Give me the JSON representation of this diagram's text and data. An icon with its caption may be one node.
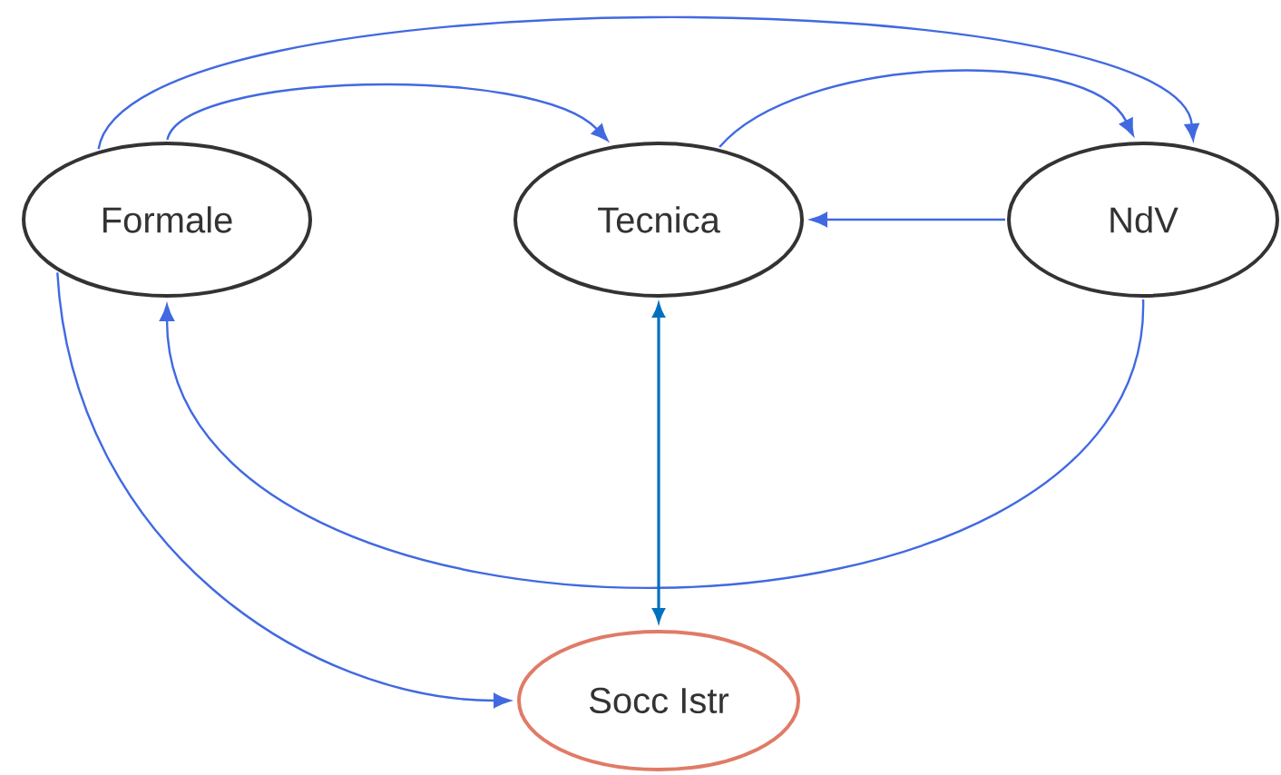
{
  "diagram": {
    "nodes": [
      {
        "text": [
          "Formale"
        ]
      },
      {
        "text": [
          "Tecnica"
        ]
      },
      {
        "text": [
          "NdV"
        ]
      },
      {
        "text": [
          "Socc Istr"
        ]
      }
    ],
    "edges": [
      {
        "from": 0,
        "to": 1,
        "arrow": "to"
      },
      {
        "from": 0,
        "to": 2,
        "arrow": "to"
      },
      {
        "from": 1,
        "to": 2,
        "arrow": "to"
      },
      {
        "from": 2,
        "to": 1,
        "arrow": "to"
      },
      {
        "from": 2,
        "to": 0,
        "arrow": "to"
      },
      {
        "from": 0,
        "to": 3,
        "arrow": "to"
      },
      {
        "from": 1,
        "to": 3,
        "arrow": "both",
        "color": "#0070c0"
      }
    ]
  }
}
